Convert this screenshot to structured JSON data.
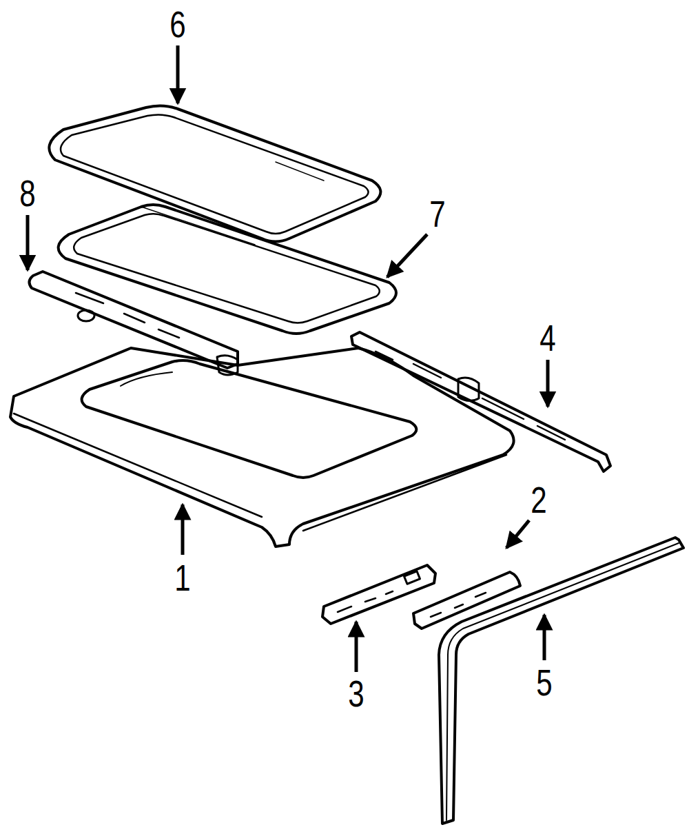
{
  "diagram": {
    "labels": [
      "6",
      "8",
      "7",
      "4",
      "2",
      "1",
      "3",
      "5"
    ]
  }
}
